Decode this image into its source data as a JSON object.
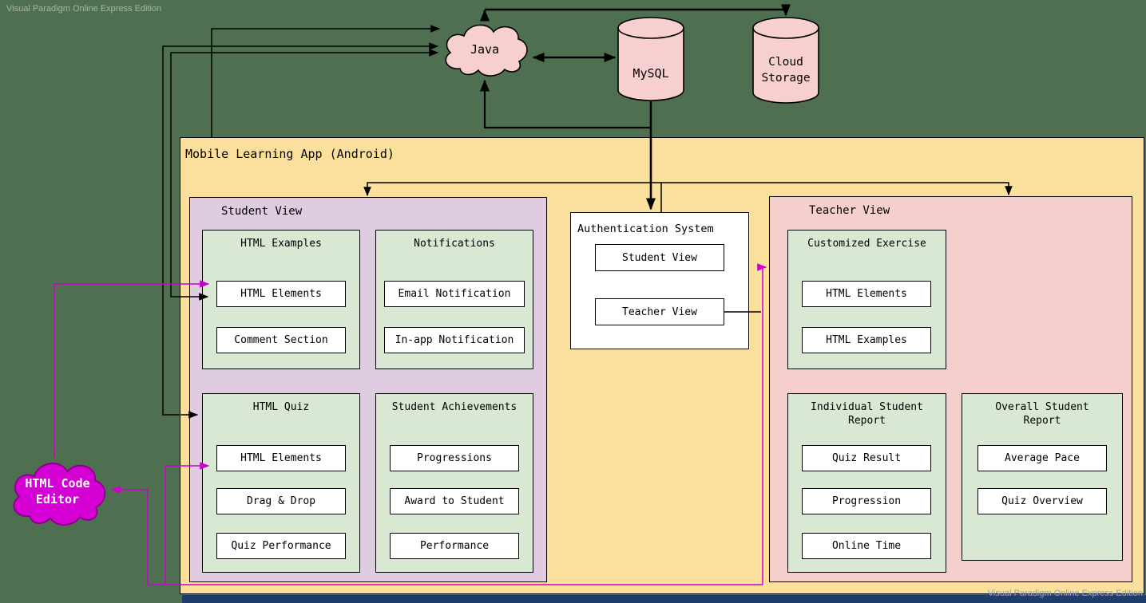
{
  "watermarks": {
    "top_left": "Visual Paradigm Online Express Edition",
    "bottom_right": "Visual Paradigm Online Express Edition"
  },
  "backend": {
    "java": "Java",
    "mysql": "MySQL",
    "cloud_storage": "Cloud Storage"
  },
  "code_editor": {
    "label": "HTML Code Editor"
  },
  "app": {
    "title": "Mobile Learning App (Android)"
  },
  "auth": {
    "title": "Authentication System",
    "options": [
      {
        "label": "Student View"
      },
      {
        "label": "Teacher View"
      }
    ]
  },
  "student_view": {
    "title": "Student View",
    "groups": [
      {
        "title": "HTML Examples",
        "items": [
          "HTML Elements",
          "Comment Section"
        ]
      },
      {
        "title": "Notifications",
        "items": [
          "Email Notification",
          "In-app Notification"
        ]
      },
      {
        "title": "HTML Quiz",
        "items": [
          "HTML Elements",
          "Drag & Drop",
          "Quiz Performance"
        ]
      },
      {
        "title": "Student Achievements",
        "items": [
          "Progressions",
          "Award to Student",
          "Performance"
        ]
      }
    ]
  },
  "teacher_view": {
    "title": "Teacher View",
    "groups": [
      {
        "title": "Customized Exercise",
        "items": [
          "HTML Elements",
          "HTML Examples"
        ]
      },
      {
        "title": "Individual Student Report",
        "items": [
          "Quiz Result",
          "Progression",
          "Online Time"
        ]
      },
      {
        "title": "Overall Student Report",
        "items": [
          "Average Pace",
          "Quiz Overview"
        ]
      }
    ]
  },
  "colors": {
    "canvas_bg": "#4F7050",
    "app_bg": "#FBDF9C",
    "student_panel_bg": "#DFCCE0",
    "teacher_panel_bg": "#F5CFCB",
    "group_bg": "#D8E8D2",
    "node_pink": "#F6CFCE",
    "editor_magenta": "#D400D4",
    "connector_black": "#000000",
    "connector_magenta": "#CC00CC",
    "bottom_bar": "#1F3D6B"
  }
}
